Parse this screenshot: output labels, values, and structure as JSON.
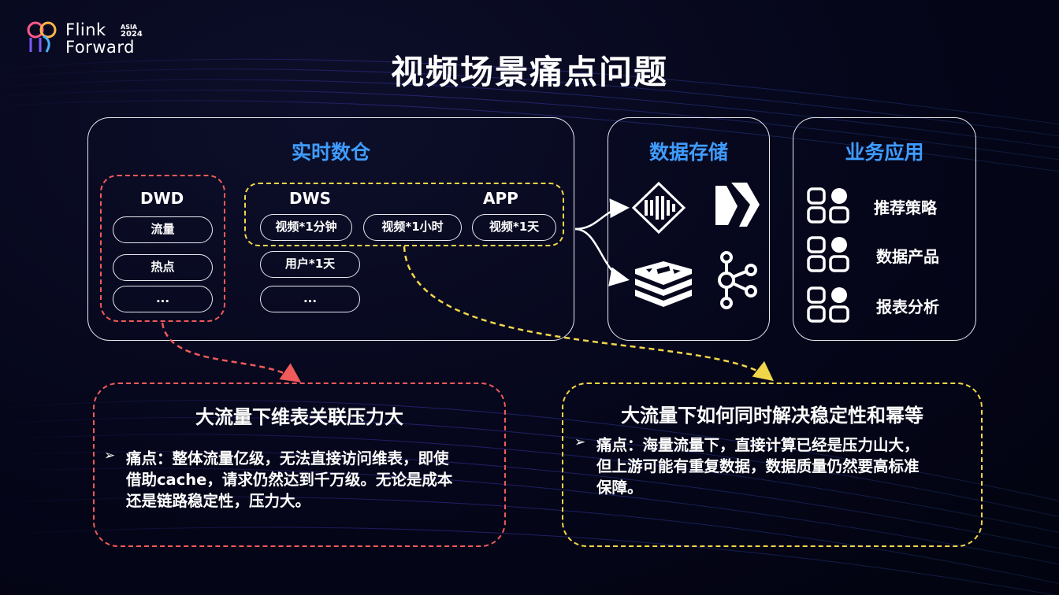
{
  "logo": {
    "line1": "Flink",
    "line2": "Forward",
    "region": "ASIA",
    "year": "2024"
  },
  "title": "视频场景痛点问题",
  "warehouse": {
    "title": "实时数仓",
    "dwd": {
      "label": "DWD",
      "items": [
        "流量",
        "热点",
        "..."
      ]
    },
    "dws": {
      "label": "DWS",
      "items": [
        "视频*1分钟",
        "视频*1小时",
        "用户*1天",
        "..."
      ]
    },
    "app": {
      "label": "APP",
      "items": [
        "视频*1天"
      ]
    }
  },
  "storage": {
    "title": "数据存储",
    "icons": [
      "clickhouse-icon",
      "druid-icon",
      "redis-icon",
      "kafka-icon"
    ]
  },
  "business": {
    "title": "业务应用",
    "items": [
      "推荐策略",
      "数据产品",
      "报表分析"
    ]
  },
  "issue_left": {
    "title": "大流量下维表关联压力大",
    "bullet_lines": [
      "痛点：整体流量亿级，无法直接访问维表，即使",
      "借助cache，请求仍然达到千万级。无论是成本",
      "还是链路稳定性，压力大。"
    ]
  },
  "issue_right": {
    "title": "大流量下如何同时解决稳定性和幂等",
    "bullet_lines": [
      "痛点：海量流量下，直接计算已经是压力山大，",
      "但上游可能有重复数据，数据质量仍然要高标准",
      "保障。"
    ]
  },
  "colors": {
    "accent_blue": "#3f9cff",
    "dash_red": "#f05a5a",
    "dash_yellow": "#f2d64a",
    "background": "#05061a"
  }
}
